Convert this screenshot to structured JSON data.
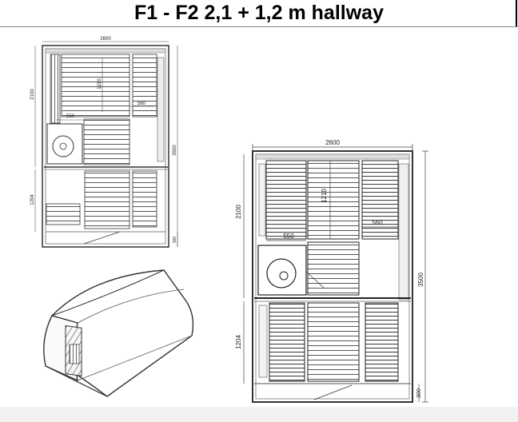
{
  "title": "F1 - F2 2,1 + 1,2 m hallway",
  "small_plan": {
    "width_label": "2600",
    "depth_label": "3500",
    "main_room_label": "2100",
    "hallway_label": "1204",
    "bottom_label": "300",
    "bench_label": "550",
    "bench_right_label": "560",
    "inner_label": "1210"
  },
  "large_plan": {
    "width_label": "2600",
    "depth_label": "3500",
    "main_room_label": "2100",
    "hallway_label": "1204",
    "bottom_label": "300",
    "bench_label": "550",
    "bench_right_label": "560",
    "inner_label": "1210"
  }
}
